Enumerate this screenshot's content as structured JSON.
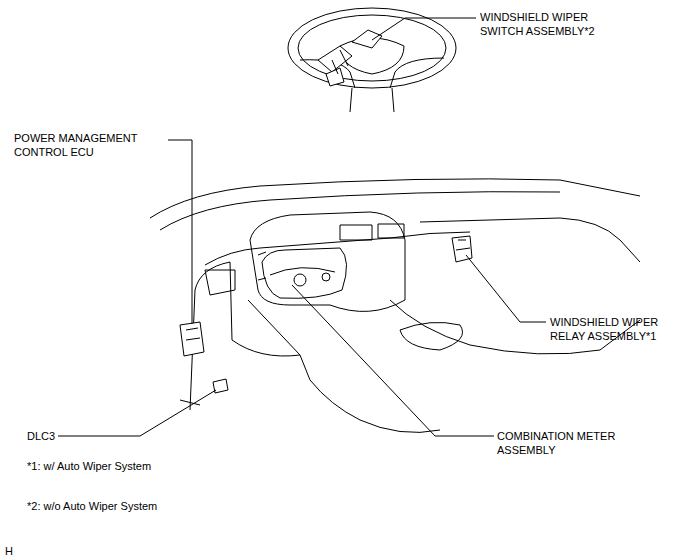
{
  "diagram": {
    "labels": [
      "WINDSHIELD WIPER SWITCH ASSEMBLY*2",
      "POWER MANAGEMENT CONTROL ECU",
      "WINDSHIELD WIPER RELAY ASSEMBLY*1",
      "DLC3",
      "COMBINATION METER ASSEMBLY",
      "*1: w/ Auto Wiper System",
      "*2: w/o Auto Wiper System",
      "H"
    ]
  }
}
